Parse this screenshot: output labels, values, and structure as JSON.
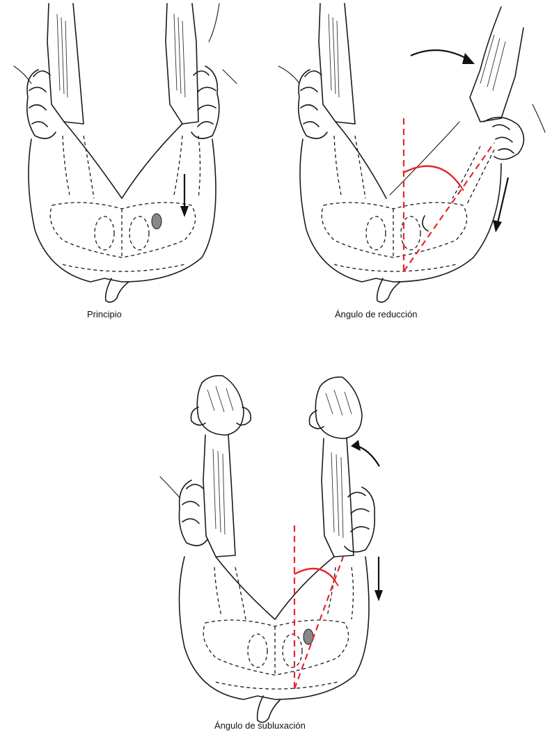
{
  "colors": {
    "line": "#1a1a1a",
    "angle_marker": "#e8262b",
    "femoral_head": "#888888"
  },
  "figures": [
    {
      "caption": "Principio"
    },
    {
      "caption": "Ángulo de reducción"
    },
    {
      "caption": "Ángulo de subluxación"
    }
  ]
}
